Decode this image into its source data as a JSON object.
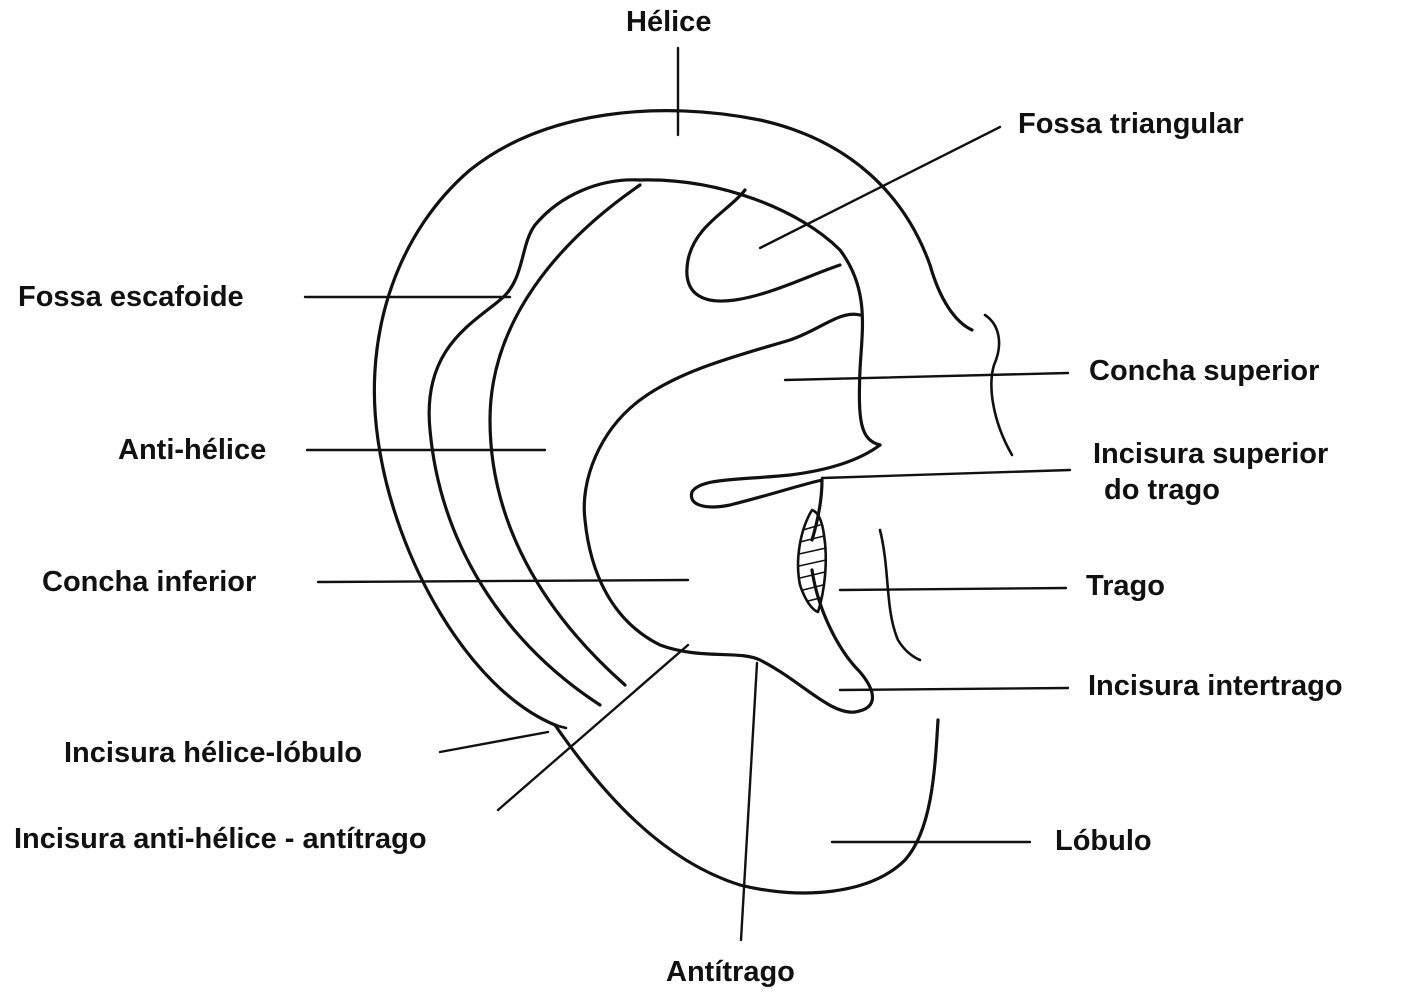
{
  "labels": {
    "helice": "Hélice",
    "fossa_triangular": "Fossa triangular",
    "fossa_escafoide": "Fossa escafoide",
    "concha_superior": "Concha superior",
    "anti_helice": "Anti-hélice",
    "incisura_superior_line1": "Incisura superior",
    "incisura_superior_line2": "do trago",
    "concha_inferior": "Concha inferior",
    "trago": "Trago",
    "incisura_intertrago": "Incisura intertrago",
    "incisura_helice_lobulo": "Incisura hélice-lóbulo",
    "incisura_anti_helice_antitrago": "Incisura anti-hélice - antítrago",
    "lobulo": "Lóbulo",
    "antitrago": "Antítrago"
  },
  "colors": {
    "line": "#111111",
    "background": "#ffffff"
  }
}
